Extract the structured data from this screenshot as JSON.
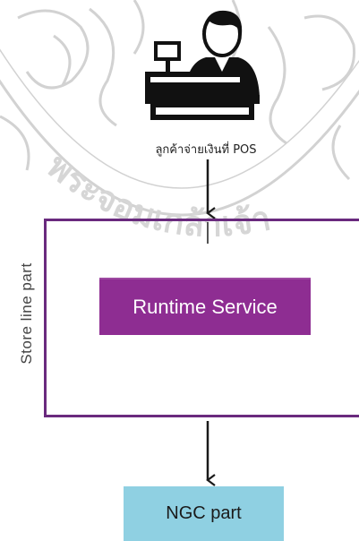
{
  "diagram": {
    "customer_caption": "ลูกค้าจ่ายเงินที่ POS",
    "side_label": "Store line part",
    "runtime_service": "Runtime Service",
    "ngc_part": "NGC part",
    "watermark_text": "พระจอมเกล้าเจ้า"
  },
  "colors": {
    "store_border": "#6a2a7e",
    "runtime_fill": "#8e2d92",
    "ngc_fill": "#8fd0e2",
    "arrow": "#1a1a1a"
  },
  "icons": {
    "cashier": "cashier-at-register-icon"
  }
}
